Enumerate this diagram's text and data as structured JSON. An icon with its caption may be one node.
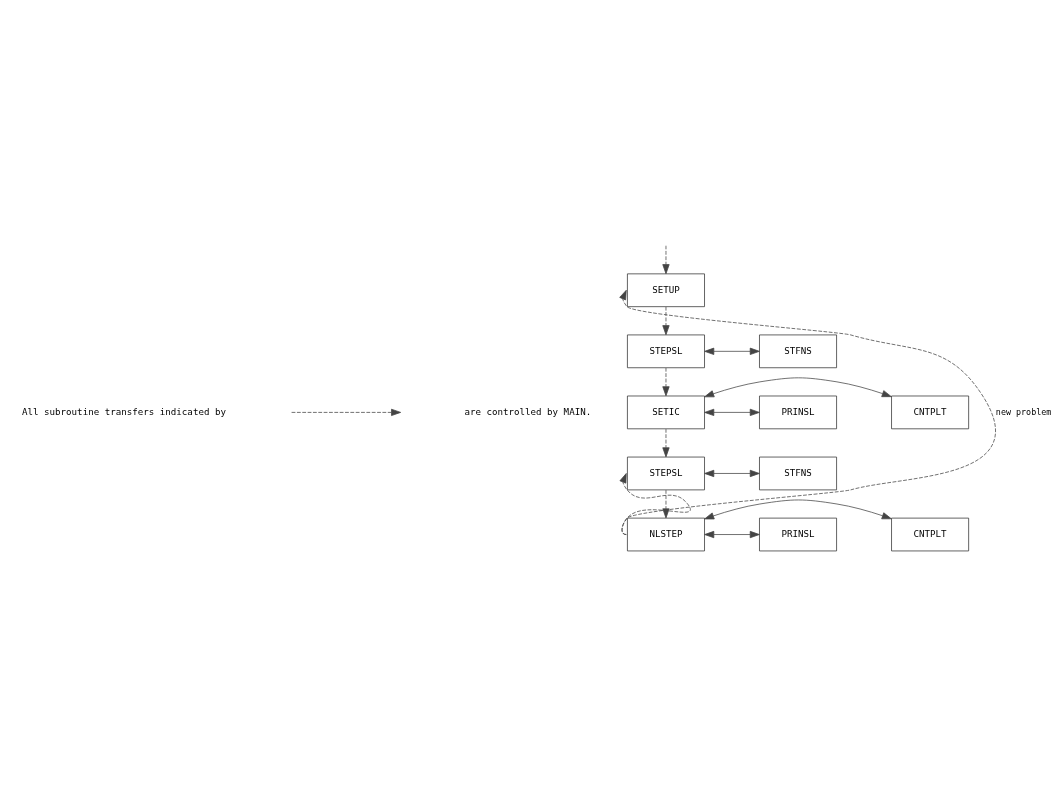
{
  "diagram": {
    "nodes": [
      {
        "text": [
          "SETUP"
        ]
      },
      {
        "text": [
          "STEPSL"
        ]
      },
      {
        "text": [
          "STFNS"
        ]
      },
      {
        "text": [
          "SETIC"
        ]
      },
      {
        "text": [
          "PRINSL"
        ]
      },
      {
        "text": [
          "CNTPLT"
        ]
      },
      {
        "text": [
          "STEPSL"
        ]
      },
      {
        "text": [
          "STFNS"
        ]
      },
      {
        "text": [
          "NLSTEP"
        ]
      },
      {
        "text": [
          "PRINSL"
        ]
      },
      {
        "text": [
          "CNTPLT"
        ]
      }
    ],
    "edges": [
      {
        "from": null,
        "to": 0,
        "arrow": "to",
        "style": "dashed"
      },
      {
        "from": 0,
        "to": 1,
        "arrow": "to",
        "style": "dashed"
      },
      {
        "from": 1,
        "to": 2,
        "arrow": "both"
      },
      {
        "from": 1,
        "to": 3,
        "arrow": "to",
        "style": "dashed"
      },
      {
        "from": 3,
        "to": 4,
        "arrow": "both"
      },
      {
        "from": 3,
        "to": 5,
        "arrow": "both"
      },
      {
        "from": 3,
        "to": 6,
        "arrow": "to",
        "style": "dashed"
      },
      {
        "from": 6,
        "to": 7,
        "arrow": "both"
      },
      {
        "from": 6,
        "to": 8,
        "arrow": "to",
        "style": "dashed"
      },
      {
        "from": 8,
        "to": 9,
        "arrow": "both"
      },
      {
        "from": 8,
        "to": 10,
        "arrow": "both"
      },
      {
        "from": 8,
        "to": 6,
        "arrow": "to",
        "style": "dashed"
      },
      {
        "from": 8,
        "to": 0,
        "arrow": "to",
        "style": "dashed",
        "label": "new problem"
      }
    ],
    "labels": [
      "All subroutine transfers indicated by",
      "are controlled by MAIN."
    ]
  }
}
